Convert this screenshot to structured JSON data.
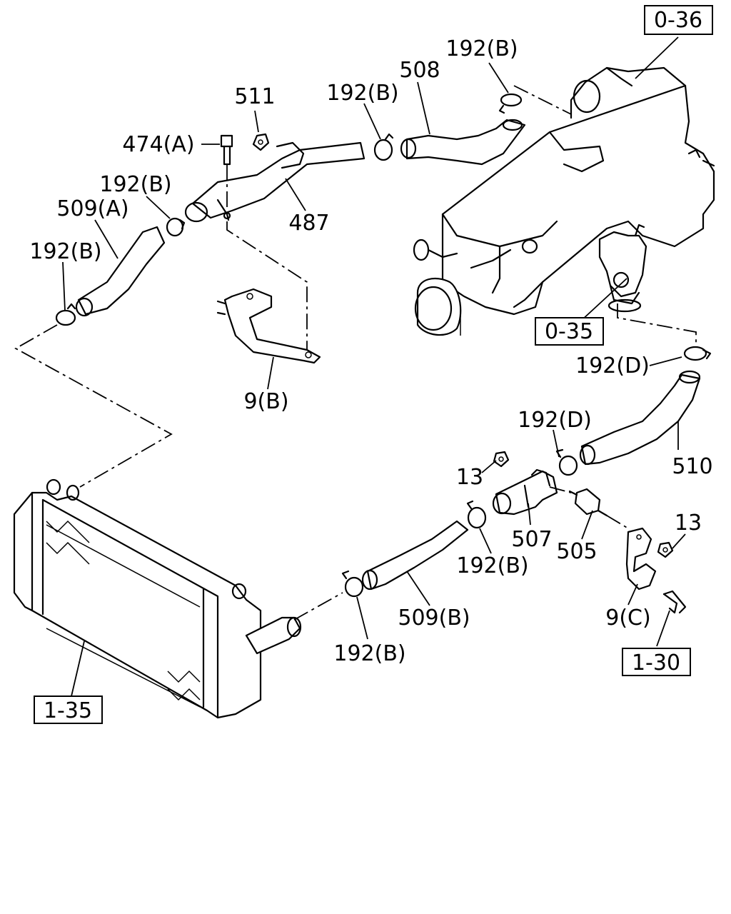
{
  "callouts": [
    {
      "id": "c-0-36",
      "text": "0-36",
      "boxed": true
    },
    {
      "id": "c-192b-top",
      "text": "192(B)"
    },
    {
      "id": "c-508",
      "text": "508"
    },
    {
      "id": "c-192b-mid",
      "text": "192(B)"
    },
    {
      "id": "c-511",
      "text": "511"
    },
    {
      "id": "c-474a",
      "text": "474(A)"
    },
    {
      "id": "c-192b-left-upper",
      "text": "192(B)"
    },
    {
      "id": "c-509a",
      "text": "509(A)"
    },
    {
      "id": "c-487",
      "text": "487"
    },
    {
      "id": "c-192b-left-lower",
      "text": "192(B)"
    },
    {
      "id": "c-0-35",
      "text": "0-35",
      "boxed": true
    },
    {
      "id": "c-192d-upper",
      "text": "192(D)"
    },
    {
      "id": "c-9b",
      "text": "9(B)"
    },
    {
      "id": "c-192d-lower",
      "text": "192(D)"
    },
    {
      "id": "c-13-left",
      "text": "13"
    },
    {
      "id": "c-510",
      "text": "510"
    },
    {
      "id": "c-507",
      "text": "507"
    },
    {
      "id": "c-505",
      "text": "505"
    },
    {
      "id": "c-13-right",
      "text": "13"
    },
    {
      "id": "c-192b-right",
      "text": "192(B)"
    },
    {
      "id": "c-509b",
      "text": "509(B)"
    },
    {
      "id": "c-9c",
      "text": "9(C)"
    },
    {
      "id": "c-192b-bottom",
      "text": "192(B)"
    },
    {
      "id": "c-1-30",
      "text": "1-30",
      "boxed": true
    },
    {
      "id": "c-1-35",
      "text": "1-35",
      "boxed": true
    }
  ]
}
